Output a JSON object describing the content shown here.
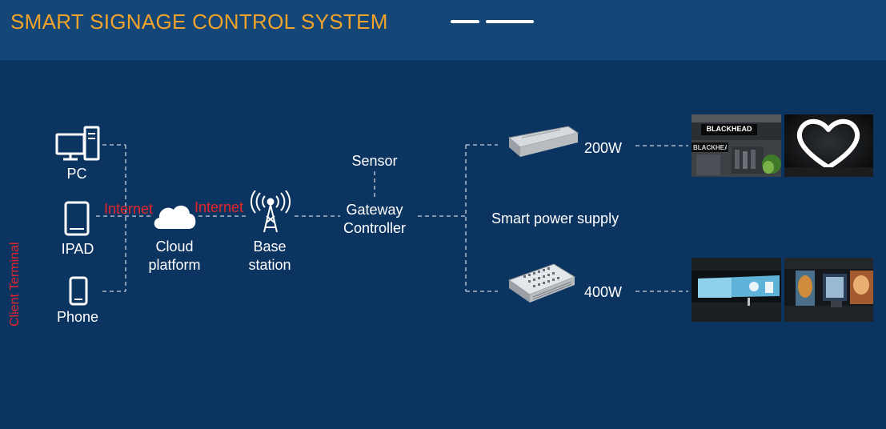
{
  "header": {
    "title": "SMART SIGNAGE CONTROL SYSTEM"
  },
  "client_terminal": {
    "label": "Client Terminal",
    "devices": [
      {
        "name": "PC",
        "icon": "monitor-tower-icon"
      },
      {
        "name": "IPAD",
        "icon": "tablet-icon"
      },
      {
        "name": "Phone",
        "icon": "phone-icon"
      }
    ]
  },
  "network": {
    "internet_1": "Internet",
    "internet_2": "Internet",
    "cloud_line1": "Cloud",
    "cloud_line2": "platform",
    "base_line1": "Base",
    "base_line2": "station"
  },
  "controller": {
    "sensor": "Sensor",
    "gateway_line1": "Gateway",
    "gateway_line2": "Controller"
  },
  "power": {
    "label": "Smart power supply",
    "supply_200": "200W",
    "supply_400": "400W"
  },
  "displays": {
    "store_sign": "BLACKHEAD",
    "store_sign_2": "BLACKHEAD"
  },
  "colors": {
    "background": "#0c3461",
    "header": "#144677",
    "title": "#f2a42a",
    "accent_red": "#e4262b",
    "line": "#c8d2de"
  }
}
